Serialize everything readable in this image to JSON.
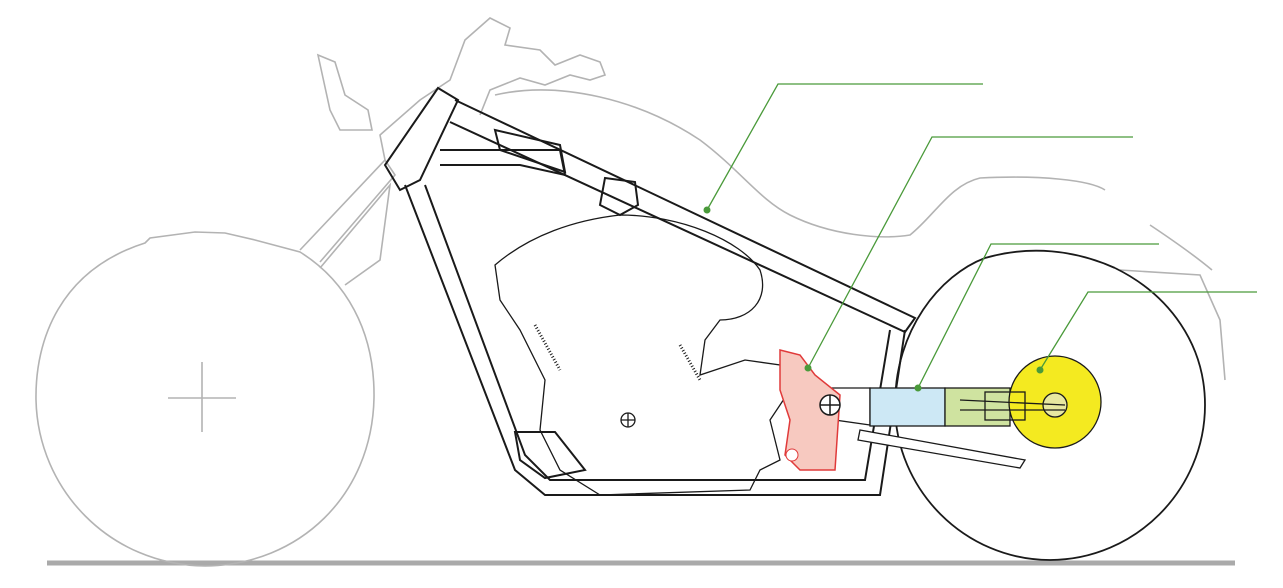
{
  "diagram": {
    "colors": {
      "outline": "#b3b3b3",
      "frame": "#1a1a1a",
      "leader": "#4a9a3a",
      "pivot_plate": "#f7c9c0",
      "pivot_plate_stroke": "#e03a3a",
      "swingarm_front": "#cde8f5",
      "swingarm_mid": "#cfe3a0",
      "rear_hub": "#f4ea20",
      "ground": "#aaaaaa"
    },
    "callouts": [
      {
        "target": "frame-top-tube"
      },
      {
        "target": "swingarm-pivot-plate"
      },
      {
        "target": "swingarm"
      },
      {
        "target": "rear-axle-hub"
      }
    ]
  }
}
